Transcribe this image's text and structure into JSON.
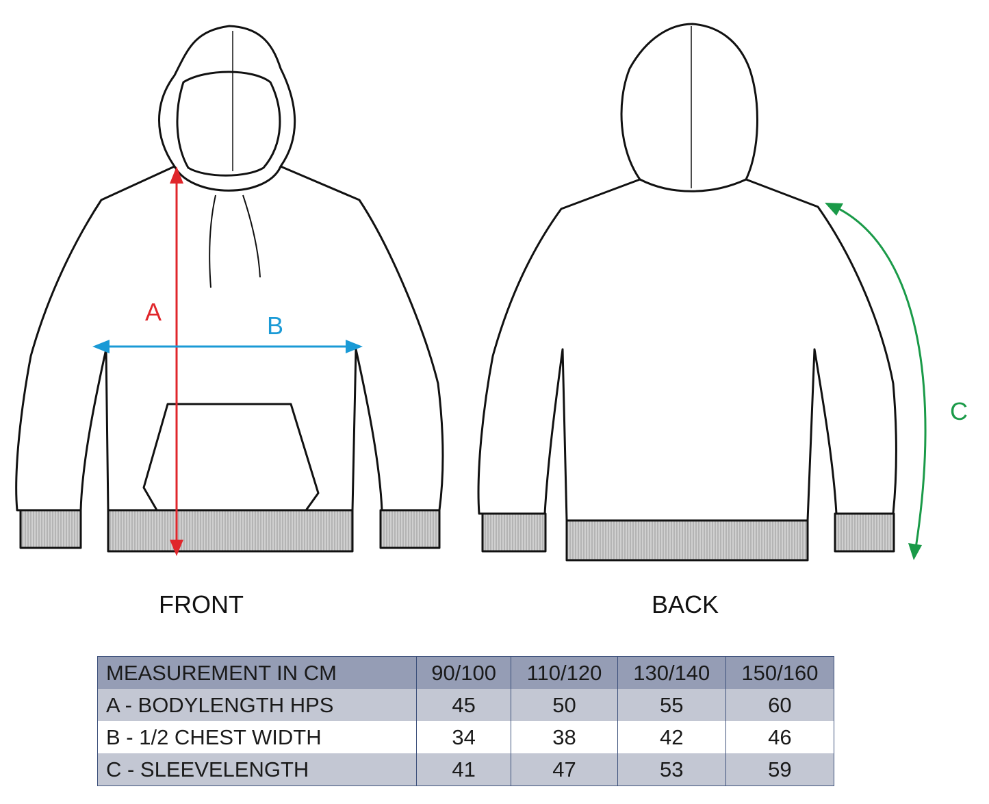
{
  "views": {
    "front": "FRONT",
    "back": "BACK"
  },
  "markers": {
    "a": {
      "letter": "A",
      "color": "#e0262b"
    },
    "b": {
      "letter": "B",
      "color": "#1a9ad6"
    },
    "c": {
      "letter": "C",
      "color": "#1a9a48"
    }
  },
  "table": {
    "header": [
      "MEASUREMENT IN CM",
      "90/100",
      "110/120",
      "130/140",
      "150/160"
    ],
    "rows": [
      {
        "label": "A - BODYLENGTH HPS",
        "values": [
          "45",
          "50",
          "55",
          "60"
        ]
      },
      {
        "label": "B - 1/2 CHEST WIDTH",
        "values": [
          "34",
          "38",
          "42",
          "46"
        ]
      },
      {
        "label": "C - SLEEVELENGTH",
        "values": [
          "41",
          "47",
          "53",
          "59"
        ]
      }
    ]
  }
}
